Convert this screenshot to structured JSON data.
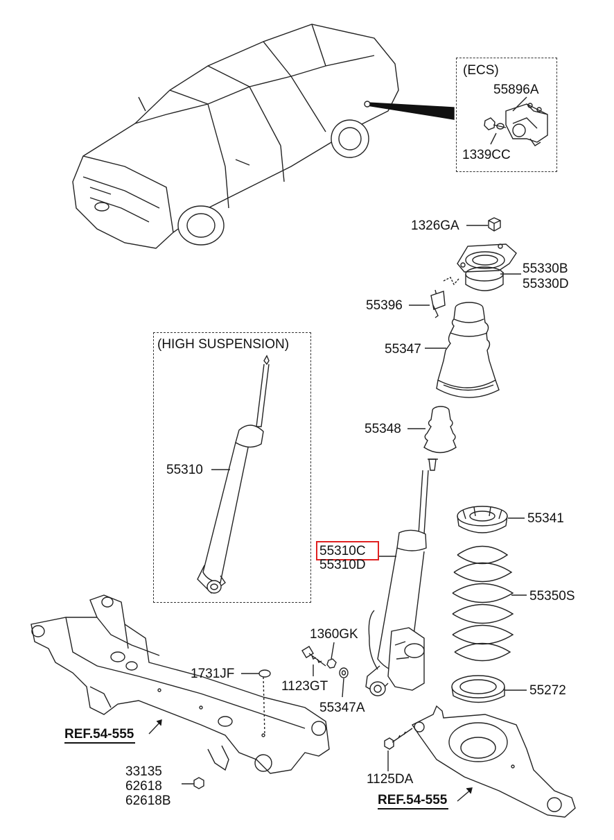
{
  "ecs_box": {
    "title": "(ECS)",
    "parts": [
      "55896A",
      "1339CC"
    ]
  },
  "high_suspension_box": {
    "title": "(HIGH SUSPENSION)",
    "parts": [
      "55310"
    ]
  },
  "labels": {
    "p1326GA": "1326GA",
    "p55330B": "55330B",
    "p55330D": "55330D",
    "p55396": "55396",
    "p55347": "55347",
    "p55348": "55348",
    "p55341": "55341",
    "p55310C": "55310C",
    "p55310D": "55310D",
    "p55350S": "55350S",
    "p1360GK": "1360GK",
    "p1731JF": "1731JF",
    "p1123GT": "1123GT",
    "p55347A": "55347A",
    "p55272": "55272",
    "p33135": "33135",
    "p62618": "62618",
    "p62618B": "62618B",
    "p1125DA": "1125DA"
  },
  "refs": {
    "left": "REF.54-555",
    "right": "REF.54-555"
  },
  "highlighted_part": "55310C",
  "highlight_color": "#e02020"
}
